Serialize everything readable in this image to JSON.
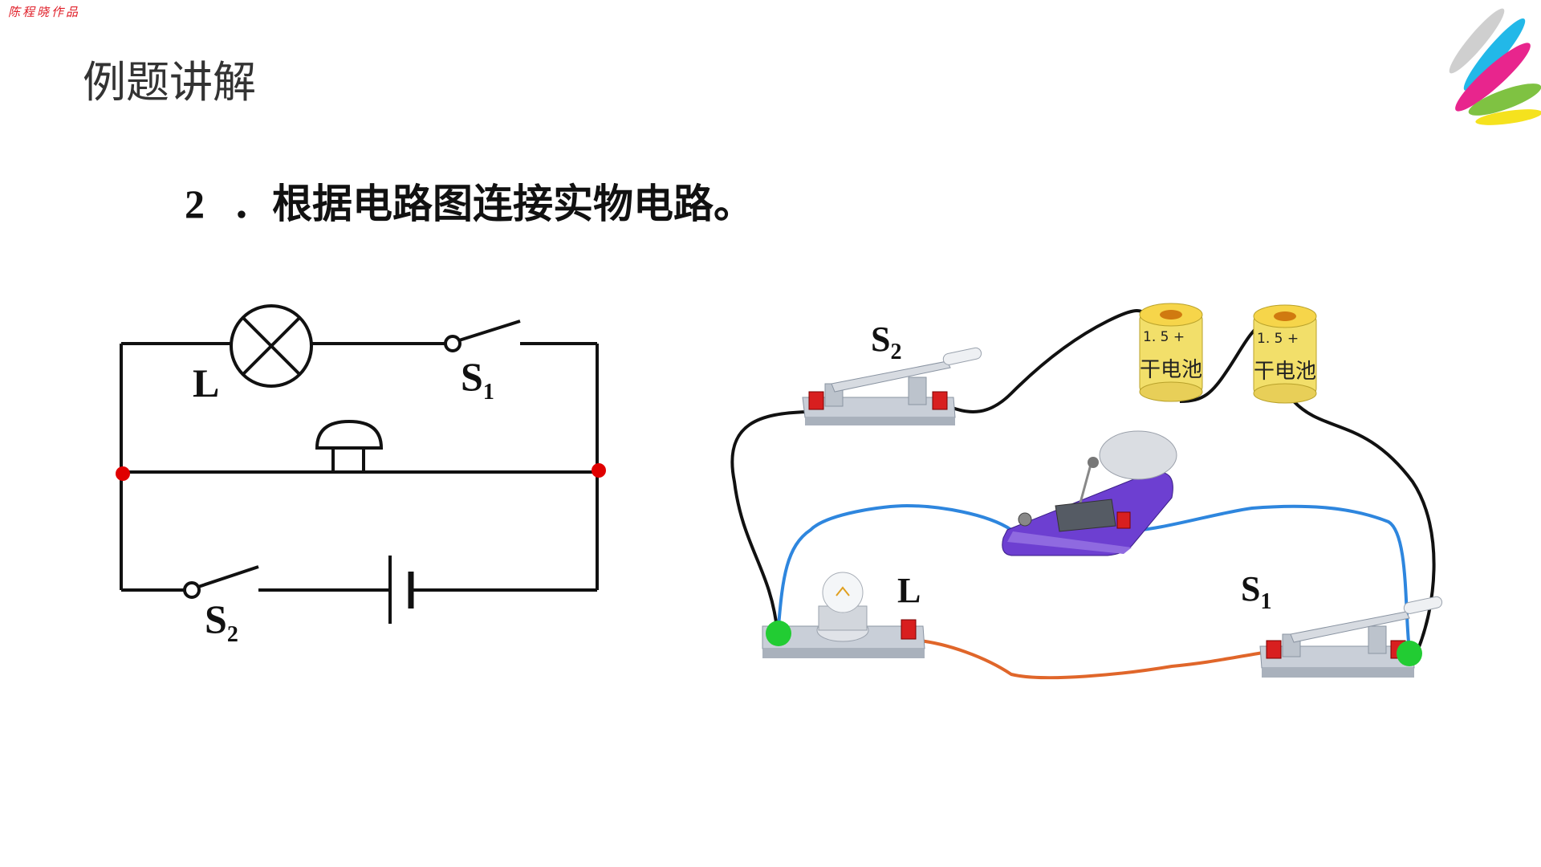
{
  "header": {
    "watermark": "陈程晓作品",
    "section_title": "例题讲解"
  },
  "question": {
    "number": "2",
    "text": "．根据电路图连接实物电路。"
  },
  "schematic": {
    "lamp_label": "L",
    "switch1_label": "S",
    "switch1_sub": "1",
    "switch2_label": "S",
    "switch2_sub": "2"
  },
  "physical": {
    "switch2_label": "S",
    "switch2_sub": "2",
    "lamp_label": "L",
    "switch1_label": "S",
    "switch1_sub": "1",
    "battery1_voltage": "1. 5 +",
    "battery1_text": "干电池",
    "battery2_voltage": "1. 5 +",
    "battery2_text": "干电池"
  },
  "colors": {
    "wire_black": "#111111",
    "wire_blue": "#2e86de",
    "wire_orange": "#e0662a",
    "junction_red": "#e00000",
    "junction_green": "#22cc33"
  }
}
